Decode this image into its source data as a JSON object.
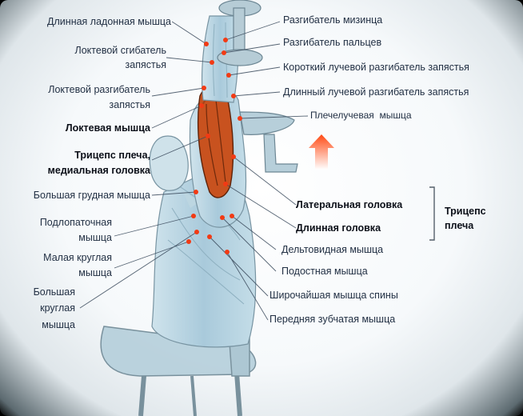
{
  "labels": {
    "left": {
      "palmaris_longus": "Длинная ладонная мышца",
      "flexor_carpi_ulnaris_1": "Локтевой сгибатель",
      "flexor_carpi_ulnaris_2": "запястья",
      "extensor_carpi_ulnaris_1": "Локтевой разгибатель",
      "extensor_carpi_ulnaris_2": "запястья",
      "anconeus": "Локтевая мышца",
      "triceps_medial_1": "Трицепс плеча,",
      "triceps_medial_2": "медиальная головка",
      "pectoralis_major": "Большая грудная мышца",
      "subscapularis_1": "Подлопаточная",
      "subscapularis_2": "мышца",
      "teres_minor_1": "Малая круглая",
      "teres_minor_2": "мышца",
      "teres_major_1": "Большая",
      "teres_major_2": "круглая",
      "teres_major_3": "мышца"
    },
    "right": {
      "extensor_digiti_minimi": "Разгибатель мизинца",
      "extensor_digitorum": "Разгибатель пальцев",
      "extensor_carpi_radialis_brevis": "Короткий лучевой разгибатель запястья",
      "extensor_carpi_radialis_longus": "Длинный лучевой разгибатель запястья",
      "brachioradialis": "Плечелучевая  мышца",
      "lateral_head": "Латеральная головка",
      "long_head": "Длинная головка",
      "triceps_group_1": "Трицепс",
      "triceps_group_2": "плеча",
      "deltoid": "Дельтовидная мышца",
      "infraspinatus": "Подостная мышца",
      "latissimus_dorsi": "Широчайшая мышца спины",
      "serratus_anterior": "Передняя зубчатая мышца"
    }
  },
  "colors": {
    "muscle_highlight": "#c8521f",
    "marker": "#f23a14",
    "arrow": "#ff5a1c",
    "leader_line": "#3a4a5c",
    "body_tone": "#b9d7e4"
  }
}
